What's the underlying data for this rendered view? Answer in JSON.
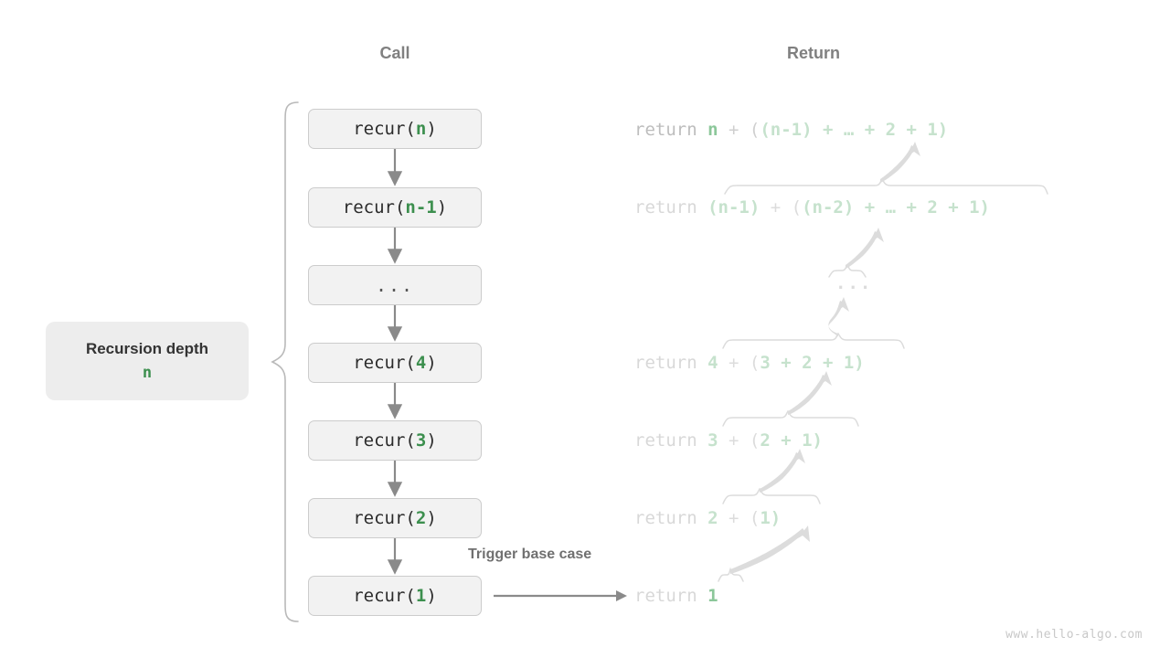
{
  "headers": {
    "call": "Call",
    "return": "Return"
  },
  "depth_label": {
    "title": "Recursion depth",
    "value": "n"
  },
  "call_stack": [
    {
      "name": "recur-n",
      "prefix": "recur(",
      "arg": "n",
      "suffix": ")",
      "ellipsis": false
    },
    {
      "name": "recur-n-1",
      "prefix": "recur(",
      "arg": "n-1",
      "suffix": ")",
      "ellipsis": false
    },
    {
      "name": "recur-dots",
      "prefix": "",
      "arg": "",
      "suffix": "",
      "ellipsis": true,
      "text": "..."
    },
    {
      "name": "recur-4",
      "prefix": "recur(",
      "arg": "4",
      "suffix": ")",
      "ellipsis": false
    },
    {
      "name": "recur-3",
      "prefix": "recur(",
      "arg": "3",
      "suffix": ")",
      "ellipsis": false
    },
    {
      "name": "recur-2",
      "prefix": "recur(",
      "arg": "2",
      "suffix": ")",
      "ellipsis": false
    },
    {
      "name": "recur-1",
      "prefix": "recur(",
      "arg": "1",
      "suffix": ")",
      "ellipsis": false
    }
  ],
  "returns": [
    {
      "name": "return-n",
      "keyword": "return ",
      "head": "n",
      "plus": " + ",
      "open": "(",
      "inner": "(n-1) + … + 2 + 1)",
      "faded": false
    },
    {
      "name": "return-n-1",
      "keyword": "return ",
      "head": "(n-1)",
      "plus": " + ",
      "open": "(",
      "inner": "(n-2) + … + 2 + 1)",
      "faded": true
    },
    {
      "name": "return-dots",
      "text": "..."
    },
    {
      "name": "return-4",
      "keyword": "return ",
      "head": "4",
      "plus": " + ",
      "open": "(",
      "inner": "3 + 2 + 1)",
      "faded": true
    },
    {
      "name": "return-3",
      "keyword": "return ",
      "head": "3",
      "plus": " + ",
      "open": "(",
      "inner": "2 + 1)",
      "faded": true
    },
    {
      "name": "return-2",
      "keyword": "return ",
      "head": "2",
      "plus": " + ",
      "open": "(",
      "inner": "1)",
      "faded": true
    },
    {
      "name": "return-1",
      "keyword": "return ",
      "head": "1",
      "plus": "",
      "open": "",
      "inner": "",
      "faded": true
    }
  ],
  "trigger": {
    "label": "Trigger base case"
  },
  "watermark": "www.hello-algo.com",
  "colors": {
    "box_fill": "#f2f2f2",
    "box_border": "#cccccc",
    "green_strong": "#3c8f4e",
    "green_mid": "#8cc79a",
    "green_faded": "#c6e2cd",
    "gray_text": "#808080",
    "gray_light": "#cccccc",
    "arrow_gray": "#8a8a8a",
    "depth_fill": "#ededed"
  }
}
